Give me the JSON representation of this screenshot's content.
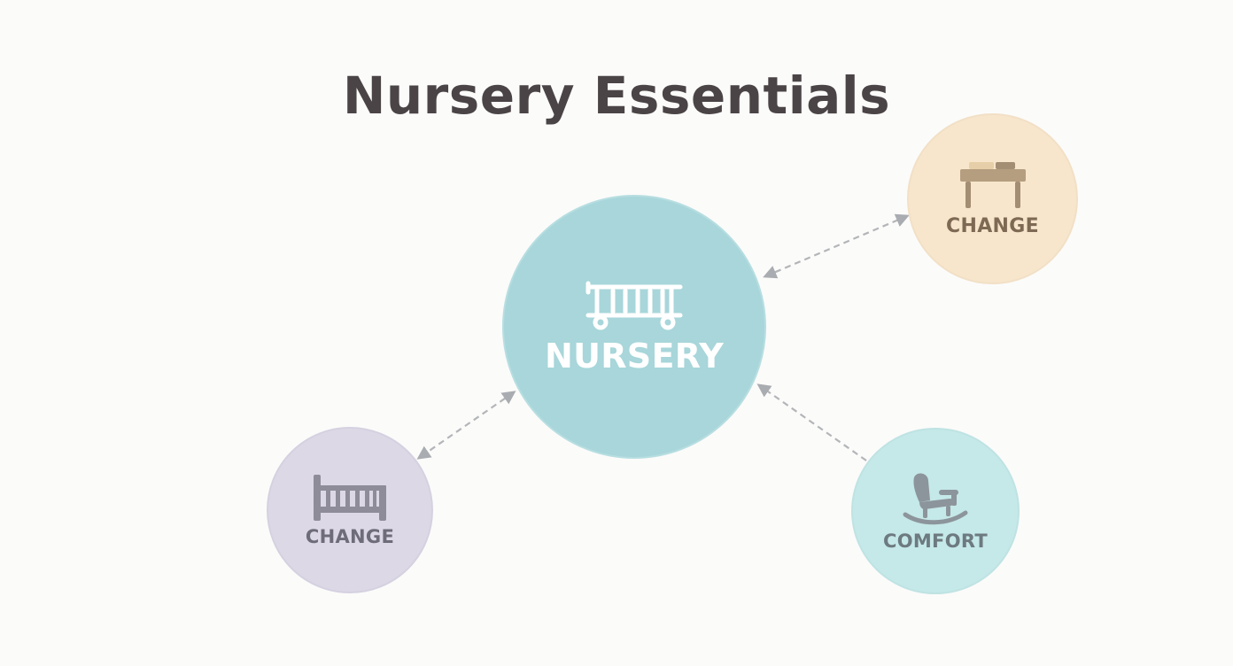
{
  "title": "Nursery Essentials",
  "center_node": {
    "label": "NURSERY",
    "icon": "crib-icon",
    "color": "#a8d6da"
  },
  "satellite_nodes": [
    {
      "id": "top-right",
      "label": "CHANGE",
      "icon": "changing-table-icon",
      "color": "#f7e6cc"
    },
    {
      "id": "bottom-left",
      "label": "CHANGE",
      "icon": "crib-icon",
      "color": "#dcd8e6"
    },
    {
      "id": "bottom-right",
      "label": "COMFORT",
      "icon": "rocking-chair-icon",
      "color": "#c5e8e8"
    }
  ],
  "connectors": [
    {
      "from": "NURSERY",
      "to": "top-right",
      "style": "dashed",
      "arrows": "both"
    },
    {
      "from": "NURSERY",
      "to": "bottom-left",
      "style": "dashed",
      "arrows": "both"
    },
    {
      "from": "bottom-right",
      "to": "NURSERY",
      "style": "dashed",
      "arrows": "end"
    }
  ]
}
